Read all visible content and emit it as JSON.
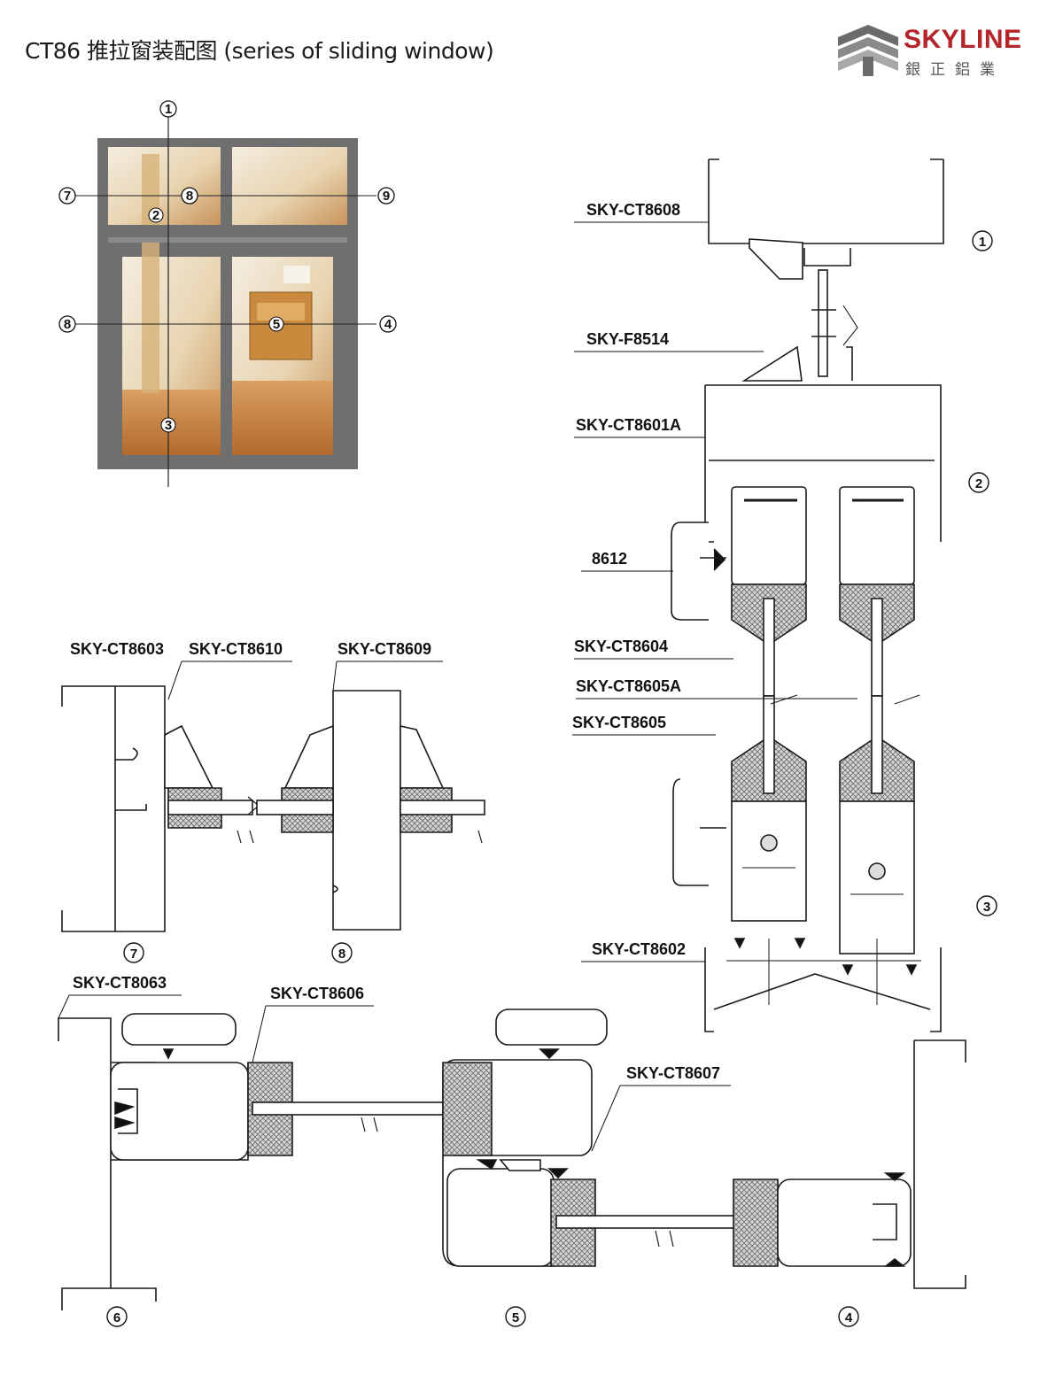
{
  "title": "CT86 推拉窗装配图 (series of sliding window)",
  "logo": {
    "brand": "SKYLINE",
    "subtitle": "銀正鋁業"
  },
  "window_callouts": [
    "1",
    "7",
    "8",
    "9",
    "8",
    "4",
    "2",
    "5",
    "3"
  ],
  "vertical_section": {
    "labels": [
      "SKY-CT8608",
      "SKY-F8514",
      "SKY-CT8601A",
      "8612",
      "SKY-CT8604",
      "SKY-CT8605A",
      "SKY-CT8605",
      "SKY-CT8602"
    ],
    "markers": [
      "1",
      "2",
      "3"
    ]
  },
  "section_78": {
    "labels": [
      "SKY-CT8603",
      "SKY-CT8610",
      "SKY-CT8609"
    ],
    "markers": [
      "7",
      "8"
    ]
  },
  "section_456": {
    "labels": [
      "SKY-CT8063",
      "SKY-CT8606",
      "SKY-CT8607"
    ],
    "markers": [
      "6",
      "5",
      "4"
    ]
  },
  "colors": {
    "brand_red": "#b3242b",
    "line": "#1a1a1a",
    "frame": "#6f6f6f",
    "gasket": "#cfcfcf"
  }
}
